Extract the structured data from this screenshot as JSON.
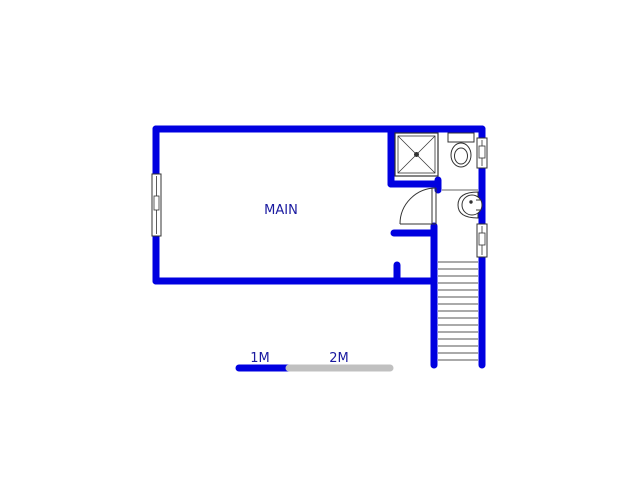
{
  "floorplan": {
    "room_label": "MAIN",
    "scale_labels": [
      "1M",
      "2M"
    ],
    "colors": {
      "wall": "#0000e0",
      "label": "#1a1aa0",
      "fixture": "#333333",
      "scale_primary": "#0000e0",
      "scale_secondary": "#c0c0c0",
      "background": "#ffffff"
    },
    "fixtures": [
      "shower",
      "toilet",
      "basin",
      "door",
      "windows",
      "staircase"
    ]
  }
}
